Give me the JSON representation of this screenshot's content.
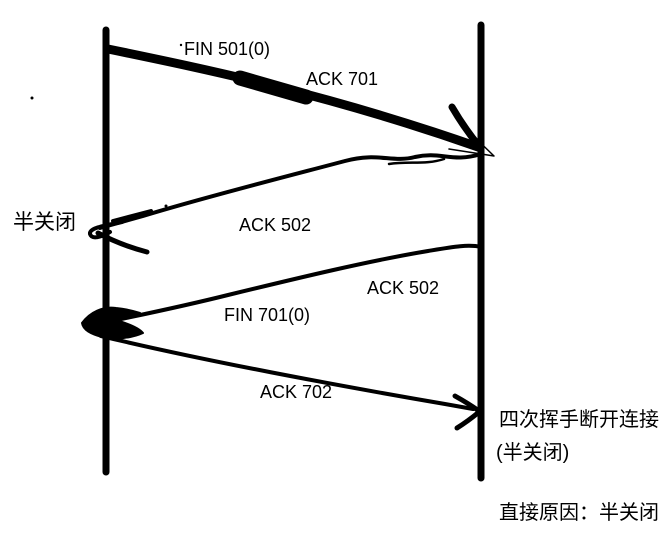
{
  "diagram": {
    "labels": {
      "fin_501": "FIN 501(0)",
      "ack_701": "ACK 701",
      "ack_502_first": "ACK 502",
      "ack_502_second": "ACK 502",
      "fin_701": "FIN 701(0)",
      "ack_702": "ACK 702",
      "half_close": "半关闭",
      "four_way_note_line1": "四次挥手断开连接",
      "four_way_note_line2": "(半关闭)",
      "direct_reason": "直接原因：半关闭"
    },
    "colors": {
      "ink": "#000000",
      "background": "#ffffff"
    }
  }
}
